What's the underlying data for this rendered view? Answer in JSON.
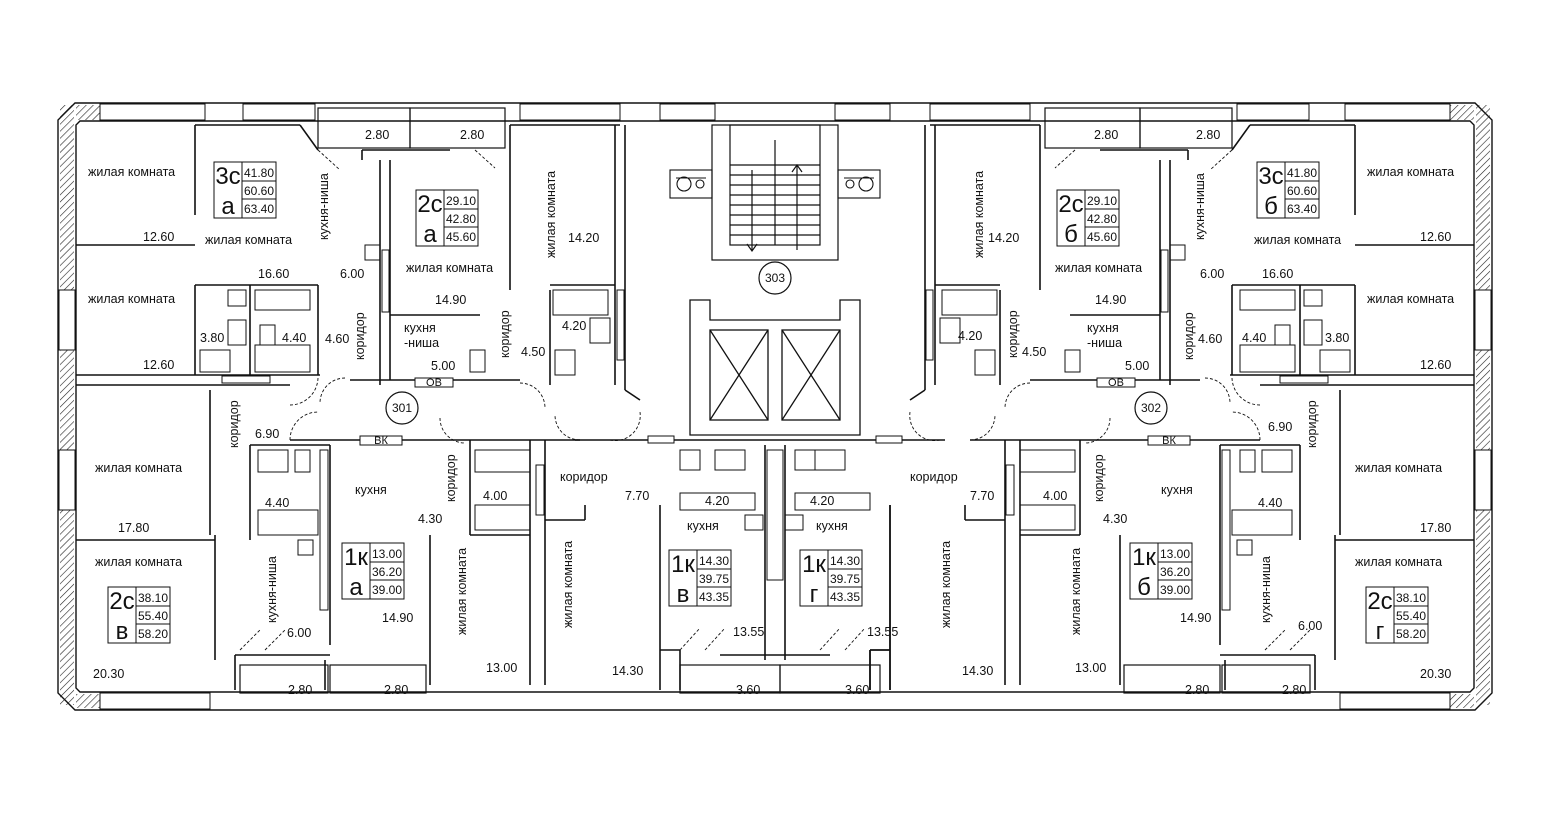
{
  "rooms": {
    "living": "жилая комната",
    "kitchen": "кухня",
    "kitchen_niche": "кухня-ниша",
    "kitchen_niche_a": "кухня",
    "kitchen_niche_b": "-ниша",
    "corridor": "коридор"
  },
  "sections": [
    {
      "id": "301",
      "label": "301"
    },
    {
      "id": "302",
      "label": "302"
    },
    {
      "id": "303",
      "label": "303"
    }
  ],
  "tags": {
    "ov": "ОВ",
    "vk": "ВК"
  },
  "apartments": [
    {
      "key": "3c-a",
      "type": "3с",
      "variant": "а",
      "areas": [
        "41.80",
        "60.60",
        "63.40"
      ]
    },
    {
      "key": "2c-a",
      "type": "2с",
      "variant": "а",
      "areas": [
        "29.10",
        "42.80",
        "45.60"
      ]
    },
    {
      "key": "2c-b",
      "type": "2с",
      "variant": "б",
      "areas": [
        "29.10",
        "42.80",
        "45.60"
      ]
    },
    {
      "key": "3c-b",
      "type": "3с",
      "variant": "б",
      "areas": [
        "41.80",
        "60.60",
        "63.40"
      ]
    },
    {
      "key": "1k-a",
      "type": "1к",
      "variant": "а",
      "areas": [
        "13.00",
        "36.20",
        "39.00"
      ]
    },
    {
      "key": "1k-v",
      "type": "1к",
      "variant": "в",
      "areas": [
        "14.30",
        "39.75",
        "43.35"
      ]
    },
    {
      "key": "1k-g",
      "type": "1к",
      "variant": "г",
      "areas": [
        "14.30",
        "39.75",
        "43.35"
      ]
    },
    {
      "key": "1k-b",
      "type": "1к",
      "variant": "б",
      "areas": [
        "13.00",
        "36.20",
        "39.00"
      ]
    },
    {
      "key": "2c-v",
      "type": "2с",
      "variant": "в",
      "areas": [
        "38.10",
        "55.40",
        "58.20"
      ]
    },
    {
      "key": "2c-g",
      "type": "2с",
      "variant": "г",
      "areas": [
        "38.10",
        "55.40",
        "58.20"
      ]
    }
  ],
  "dims": {
    "balcony_top": "2.80",
    "balcony_bottom": "2.80",
    "loggia_bottom": "3.60",
    "r1260": "12.60",
    "r1660": "16.60",
    "r600": "6.00",
    "r380": "3.80",
    "r440": "4.40",
    "r460": "4.60",
    "r1490": "14.90",
    "r500": "5.00",
    "r450": "4.50",
    "r420": "4.20",
    "r1420": "14.20",
    "r690": "6.90",
    "r1780": "17.80",
    "r430": "4.30",
    "r400": "4.00",
    "r770": "7.70",
    "r2030": "20.30",
    "r1300": "13.00",
    "r1430": "14.30",
    "r1355": "13.55"
  }
}
